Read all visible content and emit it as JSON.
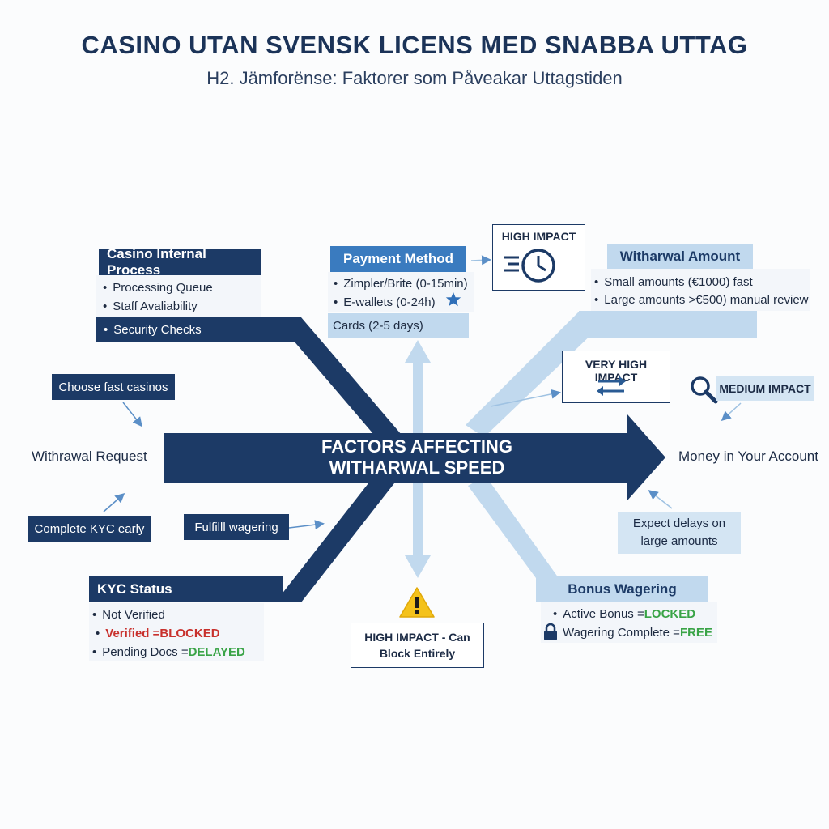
{
  "header": {
    "title": "CASINO UTAN SVENSK LICENS MED SNABBA UTTAG",
    "subtitle": "H2. Jämforënse: Faktorer som Påveakar Uttagstiden"
  },
  "spine": {
    "label_line1": "FACTORS AFFECTING",
    "label_line2": "WITHARWAL SPEED",
    "start_label": "Withrawal Request",
    "end_label": "Money in Your Account"
  },
  "casino_internal": {
    "title": "Casino Internal Process",
    "items": [
      "Processing Queue",
      "Staff Avaliability",
      "Security Checks"
    ]
  },
  "payment_method": {
    "title": "Payment Method",
    "items": [
      "Zimpler/Brite (0-15min)",
      "E-wallets (0-24h)",
      "Cards (2-5 days)"
    ]
  },
  "withdrawal_amount": {
    "title": "Witharwal Amount",
    "items": [
      "Small amounts (€1000) fast",
      "Large amounts >€500) manual review"
    ]
  },
  "kyc_status": {
    "title": "KYC Status",
    "items": [
      {
        "text": "Not Verified"
      },
      {
        "prefix": "Verified = ",
        "status": "BLOCKED"
      },
      {
        "prefix": "Pending Docs = ",
        "status": "DELAYED"
      }
    ]
  },
  "bonus_wagering": {
    "title": "Bonus Wagering",
    "items": [
      {
        "prefix": "Active Bonus = ",
        "status": "LOCKED"
      },
      {
        "prefix": "Wagering Complete = ",
        "status": "FREE"
      }
    ]
  },
  "impacts": {
    "high": "HIGH IMPACT",
    "very_high": "VERY HIGH IMPACT",
    "medium": "MEDIUM IMPACT",
    "block_line1": "HIGH IMPACT - Can",
    "block_line2": "Block Entirely"
  },
  "tips": {
    "fast_casinos": "Choose fast casinos",
    "kyc_early": "Complete KYC early",
    "wagering": "Fulfilll wagering",
    "delays_line1": "Expect delays on",
    "delays_line2": "large amounts"
  },
  "colors": {
    "dark_blue": "#1c3a66",
    "mid_blue": "#3a7bbf",
    "light_blue": "#c1d9ee",
    "blocked": "#c8302c",
    "ok": "#3aa447",
    "warning": "#f4c21b"
  },
  "icons": {
    "high_impact": "fast-clock-icon",
    "very_high_impact": "swap-arrows-icon",
    "medium_impact": "magnifier-icon",
    "e_wallet": "star-icon",
    "block": "warning-triangle-icon",
    "wagering": "lock-icon"
  }
}
